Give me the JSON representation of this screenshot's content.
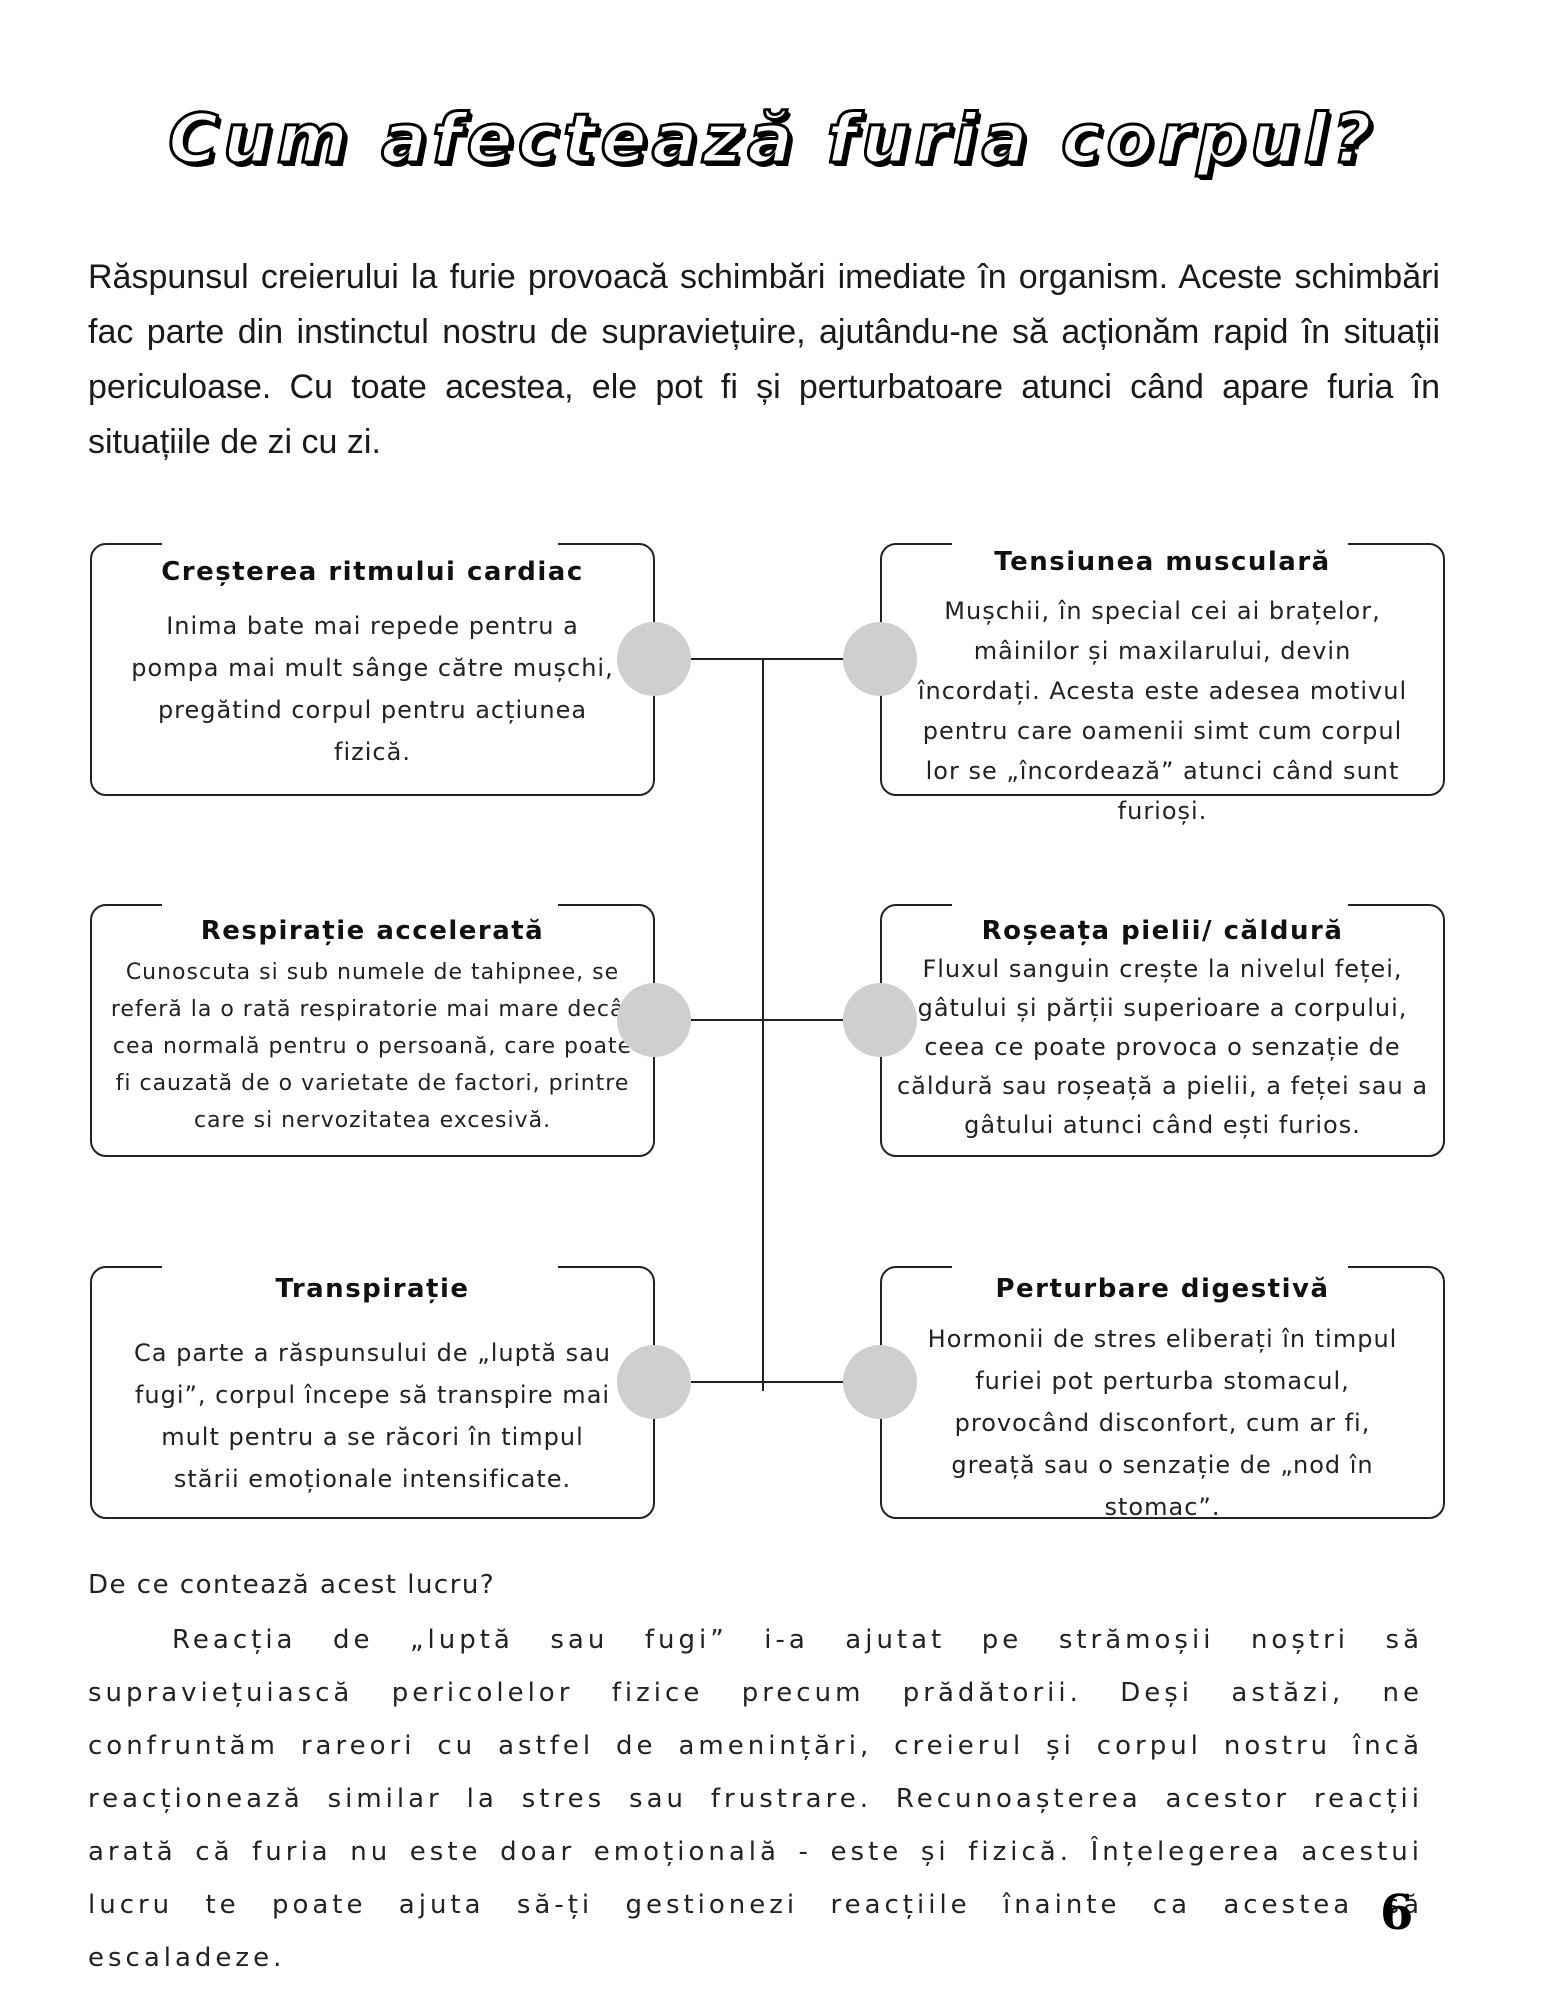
{
  "page": {
    "title": "Cum afectează furia corpul?",
    "intro": "Răspunsul creierului la furie provoacă schimbări imediate în organism. Aceste schimbări fac parte din instinctul nostru de supraviețuire, ajutându-ne să acționăm rapid în situații periculoase. Cu toate acestea, ele pot fi și perturbatoare atunci când apare furia în situațiile de zi cu zi.",
    "page_number": "6"
  },
  "effects": {
    "left": [
      {
        "title": "Creșterea ritmului cardiac",
        "text": "Inima bate mai repede pentru a pompa mai mult sânge către mușchi, pregătind corpul pentru acțiunea fizică."
      },
      {
        "title": "Respirație accelerată",
        "text": "Cunoscuta si sub numele de tahipnee, se referă la o rată respiratorie mai mare decât cea normală pentru o persoană, care poate fi cauzată de o varietate de factori, printre care si nervozitatea excesivă."
      },
      {
        "title": "Transpirație",
        "text": "Ca parte a răspunsului de „luptă sau fugi”, corpul începe să transpire mai mult pentru a se răcori în timpul stării emoționale intensificate."
      }
    ],
    "right": [
      {
        "title": "Tensiunea musculară",
        "text": "Mușchii, în special cei ai brațelor, mâinilor și maxilarului, devin încordați. Acesta este adesea motivul pentru care oamenii simt cum corpul lor se „încordează” atunci când sunt furioși."
      },
      {
        "title": "Roșeața pielii/ căldură",
        "text": "Fluxul sanguin crește la nivelul feței, gâtului și părții superioare a corpului, ceea ce poate provoca o senzație de căldură sau roșeață a pielii, a feței sau a gâtului atunci când ești furios."
      },
      {
        "title": "Perturbare digestivă",
        "text": "Hormonii de stres eliberați în timpul furiei pot perturba stomacul, provocând disconfort, cum ar fi, greață sau o senzație de „nod în stomac”."
      }
    ]
  },
  "why": {
    "heading": "De ce contează acest lucru?",
    "text": "Reacția de „luptă sau fugi” i-a ajutat pe strămoșii noștri să supraviețuiască pericolelor fizice precum prădătorii. Deși astăzi, ne confruntăm rareori cu astfel de amenințări, creierul și corpul nostru încă reacționează similar la stres sau frustrare. Recunoașterea acestor reacții arată că furia nu este doar emoțională - este și fizică. Înțelegerea acestui lucru te poate ajuta să-ți gestionezi reacțiile înainte ca acestea să escaladeze."
  },
  "colors": {
    "connector_dot": "#cfcfcf",
    "stroke": "#222222"
  }
}
